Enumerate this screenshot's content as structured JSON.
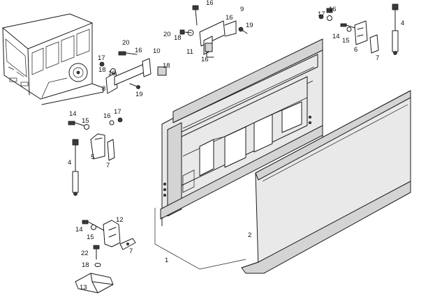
{
  "callouts": [
    {
      "id": "c1",
      "text": "1"
    },
    {
      "id": "c2",
      "text": "2"
    },
    {
      "id": "c4a",
      "text": "4"
    },
    {
      "id": "c4b",
      "text": "4"
    },
    {
      "id": "c5",
      "text": "5"
    },
    {
      "id": "c6",
      "text": "6"
    },
    {
      "id": "c7a",
      "text": "7"
    },
    {
      "id": "c7b",
      "text": "7"
    },
    {
      "id": "c7c",
      "text": "7"
    },
    {
      "id": "c8",
      "text": "8"
    },
    {
      "id": "c9",
      "text": "9"
    },
    {
      "id": "c10",
      "text": "10"
    },
    {
      "id": "c11",
      "text": "11"
    },
    {
      "id": "c12",
      "text": "12"
    },
    {
      "id": "c13",
      "text": "13"
    },
    {
      "id": "c14a",
      "text": "14"
    },
    {
      "id": "c14b",
      "text": "14"
    },
    {
      "id": "c14c",
      "text": "14"
    },
    {
      "id": "c15a",
      "text": "15"
    },
    {
      "id": "c15b",
      "text": "15"
    },
    {
      "id": "c15c",
      "text": "15"
    },
    {
      "id": "c16a",
      "text": "16"
    },
    {
      "id": "c16b",
      "text": "16"
    },
    {
      "id": "c16c",
      "text": "16"
    },
    {
      "id": "c16d",
      "text": "16"
    },
    {
      "id": "c16e",
      "text": "16"
    },
    {
      "id": "c16f",
      "text": "16"
    },
    {
      "id": "c16g",
      "text": "16"
    },
    {
      "id": "c17a",
      "text": "17"
    },
    {
      "id": "c17b",
      "text": "17"
    },
    {
      "id": "c17c",
      "text": "17"
    },
    {
      "id": "c18a",
      "text": "18"
    },
    {
      "id": "c18b",
      "text": "18"
    },
    {
      "id": "c18c",
      "text": "18"
    },
    {
      "id": "c18d",
      "text": "18"
    },
    {
      "id": "c19a",
      "text": "19"
    },
    {
      "id": "c19b",
      "text": "19"
    },
    {
      "id": "c20a",
      "text": "20"
    },
    {
      "id": "c20b",
      "text": "20"
    },
    {
      "id": "c22",
      "text": "22"
    }
  ],
  "colors": {
    "line": "#1a1a1a",
    "panel_fill": "#e9e9e9",
    "panel_shade": "#d4d4d4",
    "background": "#ffffff"
  }
}
